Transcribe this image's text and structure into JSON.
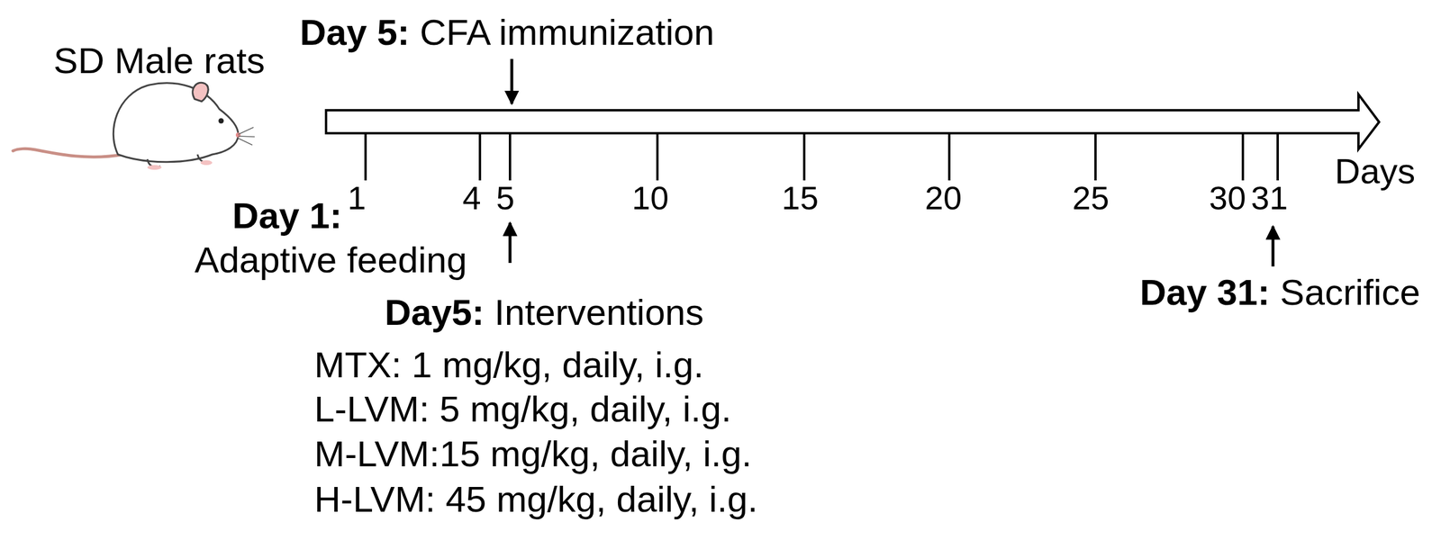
{
  "diagram": {
    "labels": [
      "SD Male rats",
      "Day 5:",
      "CFA immunization",
      "1",
      "4",
      "5",
      "10",
      "15",
      "20",
      "25",
      "30",
      "31",
      "Days",
      "Day 1:",
      "Adaptive feeding",
      "Day5:",
      "Interventions",
      "MTX: 1 mg/kg, daily, i.g.",
      "L-LVM: 5 mg/kg, daily, i.g.",
      "M-LVM:15 mg/kg, daily, i.g.",
      "H-LVM: 45 mg/kg, daily, i.g.",
      "Day 31:",
      "Sacrifice"
    ]
  }
}
